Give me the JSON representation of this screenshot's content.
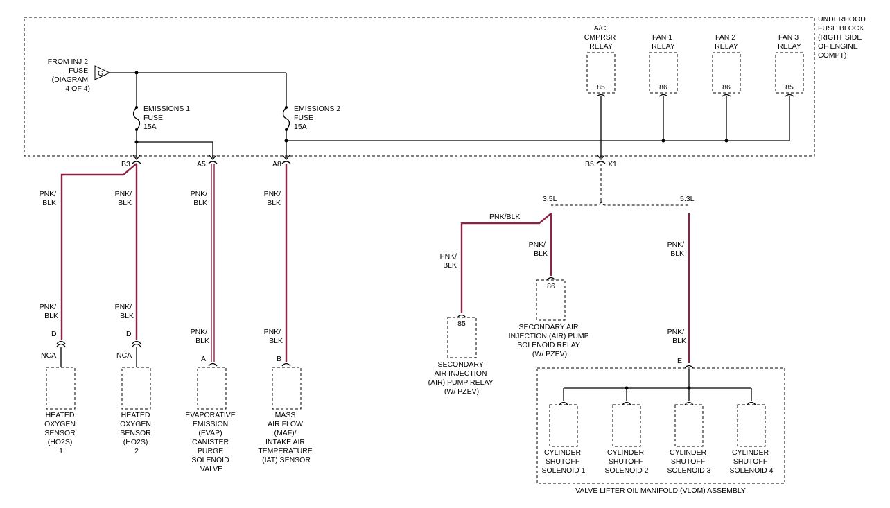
{
  "fuse_block": [
    "UNDERHOOD",
    "FUSE BLOCK",
    "(RIGHT SIDE",
    "OF ENGINE",
    "COMPT)"
  ],
  "source": {
    "label": [
      "FROM INJ 2",
      "FUSE",
      "(DIAGRAM",
      "4 OF 4)"
    ],
    "connector": "G"
  },
  "fuses": [
    {
      "label": [
        "EMISSIONS 1",
        "FUSE",
        "15A"
      ]
    },
    {
      "label": [
        "EMISSIONS 2",
        "FUSE",
        "15A"
      ]
    }
  ],
  "relays": [
    {
      "label": [
        "A/C",
        "CMPRSR",
        "RELAY"
      ],
      "pin": "85"
    },
    {
      "label": [
        "FAN 1",
        "RELAY"
      ],
      "pin": "86"
    },
    {
      "label": [
        "FAN 2",
        "RELAY"
      ],
      "pin": "86"
    },
    {
      "label": [
        "FAN 3",
        "RELAY"
      ],
      "pin": "85"
    }
  ],
  "block_pins": {
    "b3": "B3",
    "a5": "A5",
    "a8": "A8",
    "b5": "B5",
    "x1": "X1"
  },
  "wire_color": [
    "PNK/",
    "BLK"
  ],
  "wire_color_inline": "PNK/BLK",
  "variants": {
    "left": "3.5L",
    "right": "5.3L"
  },
  "components": {
    "ho2s1": {
      "pin": "D",
      "nca": "NCA",
      "label": [
        "HEATED",
        "OXYGEN",
        "SENSOR",
        "(HO2S)",
        "1"
      ]
    },
    "ho2s2": {
      "pin": "D",
      "nca": "NCA",
      "label": [
        "HEATED",
        "OXYGEN",
        "SENSOR",
        "(HO2S)",
        "2"
      ]
    },
    "evap": {
      "pin": "A",
      "label": [
        "EVAPORATIVE",
        "EMISSION",
        "(EVAP)",
        "CANISTER",
        "PURGE",
        "SOLENOID",
        "VALVE"
      ]
    },
    "maf": {
      "pin": "B",
      "label": [
        "MASS",
        "AIR FLOW",
        "(MAF)/",
        "INTAKE AIR",
        "TEMPERATURE",
        "(IAT) SENSOR"
      ]
    },
    "air_relay": {
      "pin": "85",
      "label": [
        "SECONDARY",
        "AIR INJECTION",
        "(AIR) PUMP RELAY",
        "(W/ PZEV)"
      ]
    },
    "air_sol_relay": {
      "pin": "86",
      "label": [
        "SECONDARY AIR",
        "INJECTION (AIR) PUMP",
        "SOLENOID RELAY",
        "(W/ PZEV)"
      ]
    }
  },
  "vlom": {
    "pin": "E",
    "assembly_label": "VALVE LIFTER OIL MANIFOLD (VLOM) ASSEMBLY",
    "solenoids": [
      {
        "label": [
          "CYLINDER",
          "SHUTOFF",
          "SOLENOID 1"
        ]
      },
      {
        "label": [
          "CYLINDER",
          "SHUTOFF",
          "SOLENOID 2"
        ]
      },
      {
        "label": [
          "CYLINDER",
          "SHUTOFF",
          "SOLENOID 3"
        ]
      },
      {
        "label": [
          "CYLINDER",
          "SHUTOFF",
          "SOLENOID 4"
        ]
      }
    ]
  }
}
